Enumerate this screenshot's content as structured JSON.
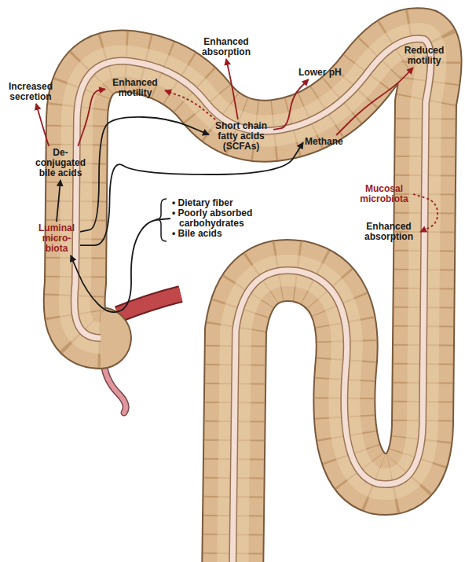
{
  "diagram": {
    "nodes": [
      {
        "text": [
          "Increased secretion"
        ]
      },
      {
        "text": [
          "Enhanced motility"
        ]
      },
      {
        "text": [
          "Enhanced absorption"
        ]
      },
      {
        "text": [
          "Reduced motility"
        ]
      },
      {
        "text": [
          "Lower pH"
        ]
      },
      {
        "text": [
          "Methane"
        ]
      },
      {
        "text": [
          "Short chain fatty acids (SCFAs)"
        ]
      },
      {
        "text": [
          "De-conjugated bile acids"
        ]
      },
      {
        "text": [
          "Luminal micro-biota"
        ]
      },
      {
        "text": [
          "• Dietary fiber",
          "• Poorly absorbed carbohydrates",
          "• Bile acids"
        ]
      },
      {
        "text": [
          "Mucosal microbiota"
        ]
      },
      {
        "text": [
          "Enhanced absorption"
        ]
      }
    ],
    "edges": [
      {
        "from": 9,
        "to": 8,
        "arrow": "to"
      },
      {
        "from": 8,
        "to": 7,
        "arrow": "to"
      },
      {
        "from": 8,
        "to": 6,
        "arrow": "to"
      },
      {
        "from": 8,
        "to": 5,
        "arrow": "to"
      },
      {
        "from": 7,
        "to": 0,
        "arrow": "to"
      },
      {
        "from": 7,
        "to": 1,
        "arrow": "to"
      },
      {
        "from": 6,
        "to": 1,
        "arrow": "to"
      },
      {
        "from": 6,
        "to": 2,
        "arrow": "to"
      },
      {
        "from": 6,
        "to": 4,
        "arrow": "to"
      },
      {
        "from": 5,
        "to": 3,
        "arrow": "to"
      },
      {
        "from": 10,
        "to": 11,
        "arrow": "to"
      }
    ]
  }
}
